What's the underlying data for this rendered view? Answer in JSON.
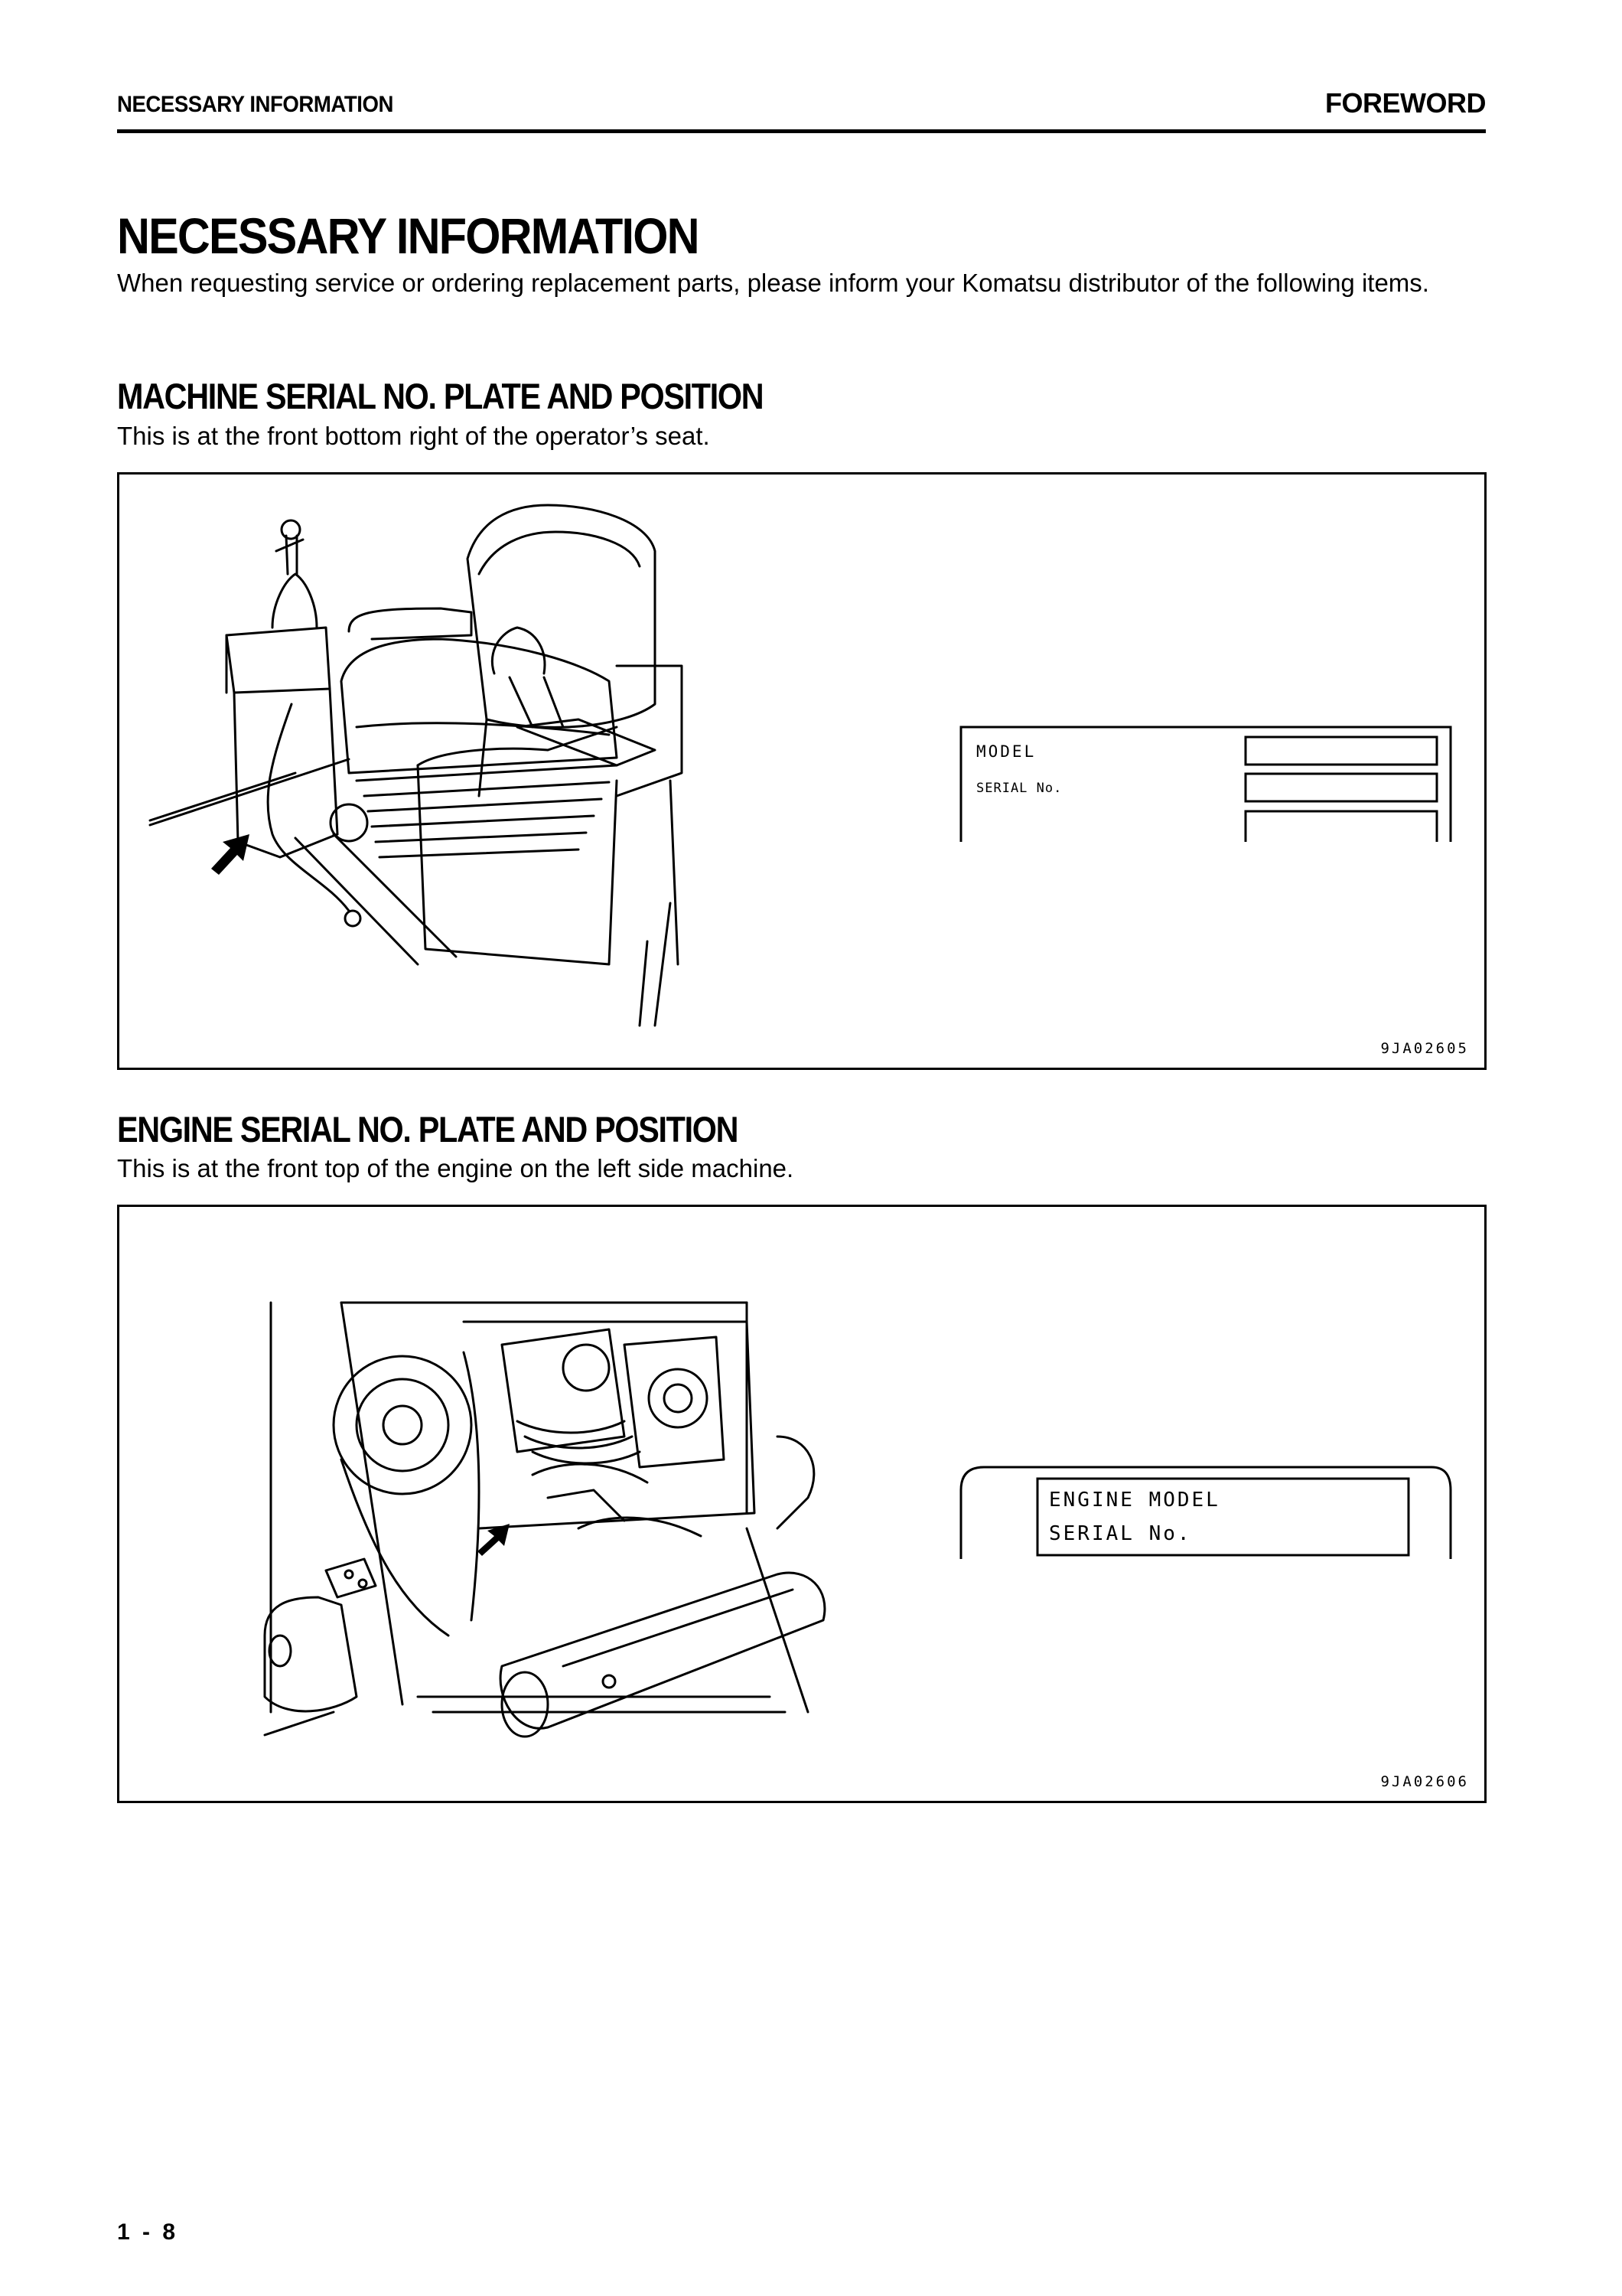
{
  "header": {
    "section": "NECESSARY INFORMATION",
    "chapter": "FOREWORD"
  },
  "page": {
    "title": "NECESSARY INFORMATION",
    "intro": "When requesting service or ordering replacement parts, please inform your Komatsu distributor of the following items.",
    "page_number": "1 - 8"
  },
  "machine_plate": {
    "heading": "MACHINE SERIAL NO. PLATE AND POSITION",
    "description": "This is at the front bottom right of the operator’s seat.",
    "figure": {
      "plate_model_label": "MODEL",
      "plate_serial_label": "SERIAL No.",
      "figure_code": "9JA02605"
    }
  },
  "engine_plate": {
    "heading": "ENGINE SERIAL NO. PLATE AND POSITION",
    "description": "This is at the front top of the engine on the left side machine.",
    "figure": {
      "plate_model_label": "ENGINE MODEL",
      "plate_serial_label": "SERIAL No.",
      "figure_code": "9JA02606"
    }
  }
}
